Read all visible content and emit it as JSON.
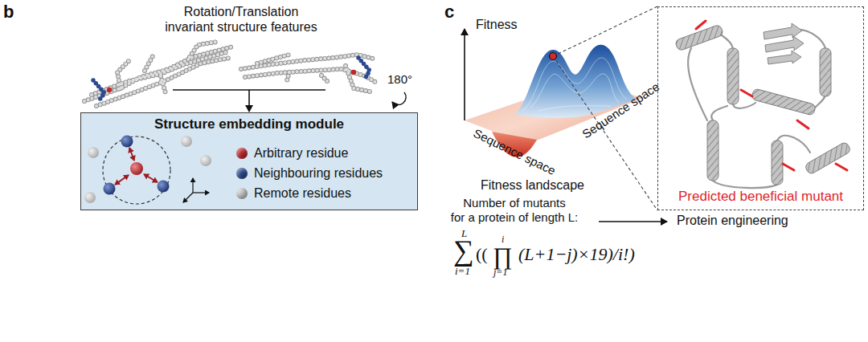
{
  "diagram": {
    "nodes": [
      {
        "text": [
          "Structure embedding module"
        ]
      },
      {
        "text": [
          "Predicted beneficial mutant"
        ]
      }
    ],
    "labels": [
      "b",
      "Rotation/Translation",
      "invariant structure features",
      "180°",
      "c",
      "Fitness",
      "Sequence space",
      "Sequence space",
      "Fitness landscape",
      "Number of mutants",
      "for a protein of length L:",
      "L",
      "∑",
      "i=1",
      "((",
      "i",
      "∏",
      "j=1",
      "(L+1−j)×19)/i!)",
      "Protein engineering"
    ],
    "legend": [
      {
        "text": "Arbitrary residue",
        "color": "#c0272d"
      },
      {
        "text": "Neighbouring residues",
        "color": "#2b4a8f"
      },
      {
        "text": "Remote residues",
        "color": "#c8c8c8"
      }
    ]
  }
}
